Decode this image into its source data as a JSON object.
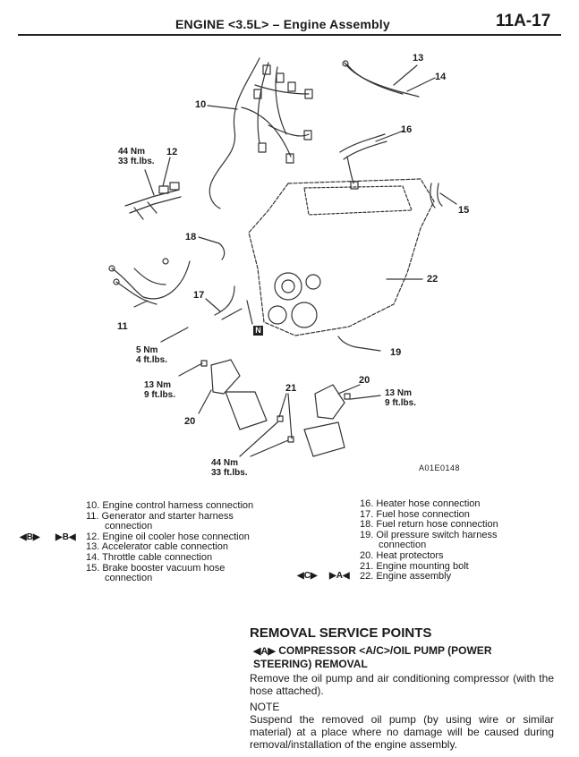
{
  "header": {
    "title": "ENGINE <3.5L> – Engine Assembly",
    "page": "11A-17"
  },
  "figure": {
    "id": "A01E0148",
    "callouts": {
      "c10": "10",
      "c11": "11",
      "c12": "12",
      "c13": "13",
      "c14": "14",
      "c15": "15",
      "c16": "16",
      "c17": "17",
      "c18": "18",
      "c19": "19",
      "c20a": "20",
      "c20b": "20",
      "c21": "21",
      "c22": "22",
      "n_mark": "N"
    },
    "torques": {
      "t1": [
        "44 Nm",
        "33 ft.lbs."
      ],
      "t2": [
        "5 Nm",
        "4 ft.lbs."
      ],
      "t3": [
        "13 Nm",
        "9 ft.lbs."
      ],
      "t4": [
        "13 Nm",
        "9 ft.lbs."
      ],
      "t5": [
        "44 Nm",
        "33 ft.lbs."
      ]
    }
  },
  "legend_left": [
    "10. Engine control harness connection",
    "11. Generator and starter harness",
    "connection",
    "12. Engine oil cooler hose connection",
    "13. Accelerator cable connection",
    "14. Throttle cable connection",
    "15. Brake booster vacuum hose",
    "connection"
  ],
  "legend_right": [
    "16. Heater hose connection",
    "17. Fuel hose connection",
    "18. Fuel return hose connection",
    "19. Oil pressure switch harness",
    "connection",
    "20. Heat protectors",
    "21. Engine mounting bolt",
    "22. Engine assembly"
  ],
  "badges": {
    "b12_install": "◀B▶",
    "b12_remove": "▶B◀",
    "b22_install": "◀C▶",
    "b22_remove": "▶A◀"
  },
  "removal": {
    "title": "REMOVAL SERVICE POINTS",
    "badge": "◀A▶",
    "subtitle": "COMPRESSOR <A/C>/OIL PUMP (POWER STEERING) REMOVAL",
    "paragraph": "Remove the oil pump and air conditioning compressor (with the hose attached).",
    "note_label": "NOTE",
    "note_text": "Suspend the removed oil pump (by using wire or similar material) at a place where no damage will be caused during removal/installation of the engine assembly."
  }
}
